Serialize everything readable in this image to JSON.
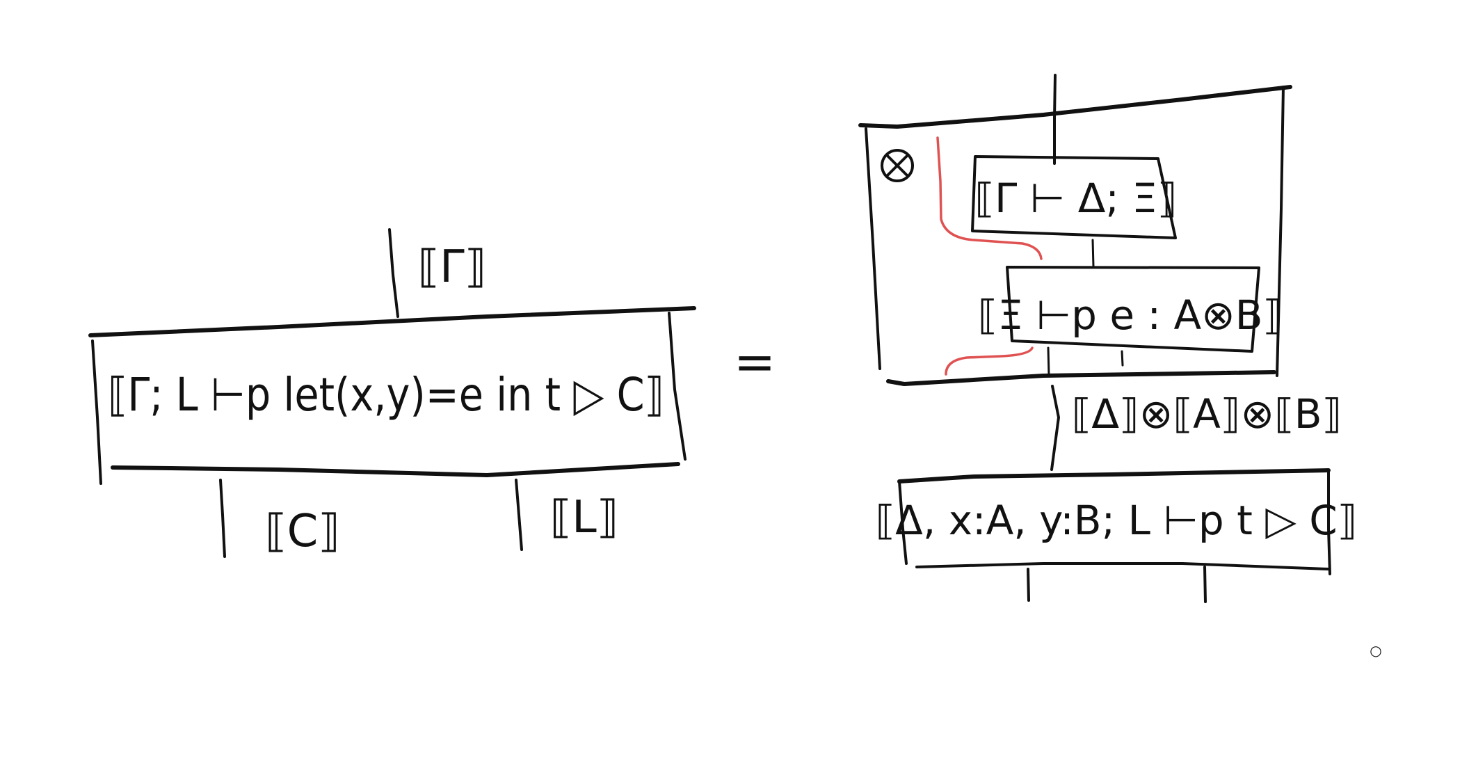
{
  "left_diagram": {
    "input_label": "⟦Γ⟧",
    "box_label": "⟦Γ; L ⊢p let(x,y)=e in t ▷ C⟧",
    "output_labels": [
      "⟦C⟧",
      "⟦L⟧"
    ]
  },
  "equals_sign": "=",
  "right_diagram": {
    "tensor_symbol": "⊗",
    "box1_label": "⟦Γ ⊢ Δ; Ξ⟧",
    "box2_label": "⟦Ξ ⊢p e : A⊗B⟧",
    "middle_wire_label": "⟦Δ⟧⊗⟦A⟧⊗⟦B⟧",
    "box3_label": "⟦Δ, x:A, y:B; L ⊢p t ▷ C⟧"
  },
  "cursor_marker": "○",
  "colors": {
    "ink": "#111111",
    "highlight": "#e05252",
    "background": "#ffffff"
  }
}
